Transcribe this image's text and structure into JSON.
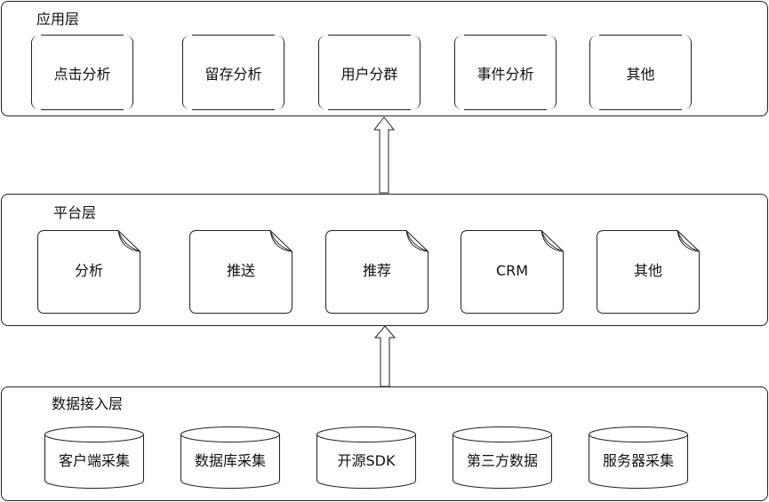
{
  "application_layer": {
    "title": "应用层",
    "items": [
      "点击分析",
      "留存分析",
      "用户分群",
      "事件分析",
      "其他"
    ]
  },
  "platform_layer": {
    "title": "平台层",
    "items": [
      "分析",
      "推送",
      "推荐",
      "CRM",
      "其他"
    ]
  },
  "data_layer": {
    "title": "数据接入层",
    "items": [
      "客户端采集",
      "数据库采集",
      "开源SDK",
      "第三方数据",
      "服务器采集"
    ]
  }
}
